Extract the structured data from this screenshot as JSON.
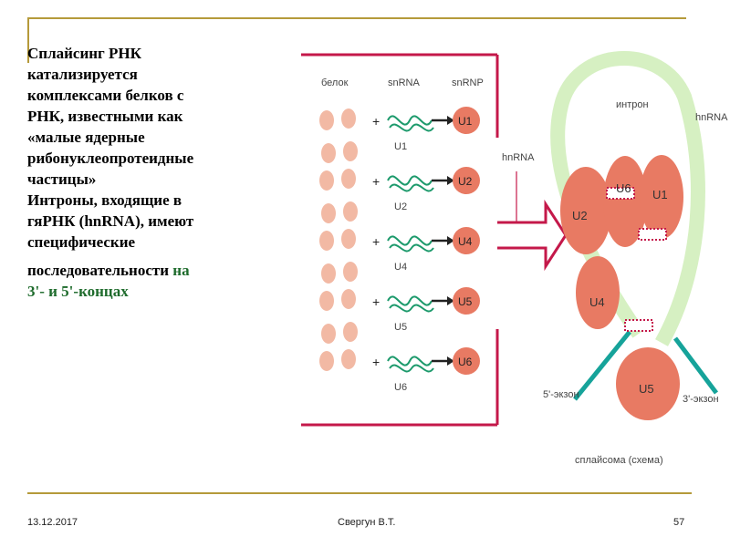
{
  "text": {
    "para1_lines": [
      "Сплайсинг РНК",
      "катализируется",
      "комплексами белков с",
      "РНК, известными как",
      "«малые ядерные",
      "рибонуклеопротеидные",
      "частицы»"
    ],
    "para2_lines": [
      "Интроны, входящие в",
      "гяРНК (hnRNA), имеют",
      "специфические"
    ],
    "last_line_1_black": "последовательности ",
    "last_line_1_green": "на",
    "last_line_2_green": "3'- и 5'-концах"
  },
  "figure": {
    "col_protein": "белок",
    "col_snrna": "snRNA",
    "col_snrnp": "snRNP",
    "rows": [
      {
        "snrna": "U1",
        "snrnp": "U1"
      },
      {
        "snrna": "U2",
        "snrnp": "U2"
      },
      {
        "snrna": "U4",
        "snrnp": "U4"
      },
      {
        "snrna": "U5",
        "snrnp": "U5"
      },
      {
        "snrna": "U6",
        "snrnp": "U6"
      }
    ],
    "plus": "+",
    "hnrna_left": "hnRNA",
    "hnrna_right": "hnRNA",
    "intron": "интрон",
    "exon5": "5'-экзон",
    "exon3": "3'-экзон",
    "spliceosome_caption": "сплайсома (схема)",
    "spliceosome_parts": [
      "U2",
      "U6",
      "U1",
      "U4",
      "U5"
    ]
  },
  "footer": {
    "date": "13.12.2017",
    "author": "Свергун В.Т.",
    "page": "57"
  },
  "colors": {
    "rule": "#b59a3a",
    "green_text": "#1e6b2c",
    "frame": "#c4184a",
    "protein": "#f2b9a4",
    "snrnp": "#e87a63",
    "rna": "#1d9a6c"
  }
}
